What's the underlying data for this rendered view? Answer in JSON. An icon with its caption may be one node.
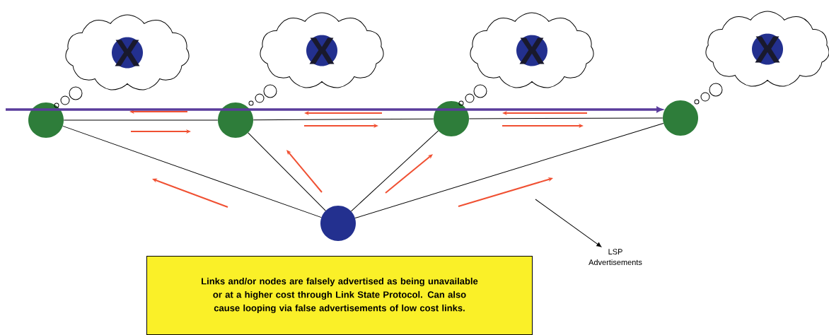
{
  "diagram": {
    "nodes": [
      {
        "text": [],
        "shape": "circle"
      },
      {
        "text": [],
        "shape": "circle"
      },
      {
        "text": [],
        "shape": "circle"
      },
      {
        "text": [],
        "shape": "circle"
      },
      {
        "text": [],
        "shape": "circle"
      },
      {
        "text": [
          "X"
        ]
      },
      {
        "text": [
          "X"
        ]
      },
      {
        "text": [
          "X"
        ]
      },
      {
        "text": [
          "X"
        ]
      },
      {
        "text": [
          "Links and/or nodes are falsely advertised as being unavailable or at a higher cost through Link State Protocol. Can also cause looping via false advertisements of low cost links."
        ]
      },
      {
        "text": [
          "LSP Advertisements"
        ]
      }
    ],
    "edges": [
      {
        "from": null,
        "to": 3,
        "arrow": "to",
        "style": "thick",
        "color": "#5a3c9c"
      },
      {
        "from": 0,
        "to": 1,
        "arrow": "none"
      },
      {
        "from": 1,
        "to": 2,
        "arrow": "none"
      },
      {
        "from": 2,
        "to": 3,
        "arrow": "none"
      },
      {
        "from": 4,
        "to": 0,
        "arrow": "none"
      },
      {
        "from": 4,
        "to": 1,
        "arrow": "none"
      },
      {
        "from": 4,
        "to": 2,
        "arrow": "none"
      },
      {
        "from": 4,
        "to": 3,
        "arrow": "none"
      },
      {
        "from": null,
        "to": 10,
        "arrow": "to"
      }
    ]
  }
}
